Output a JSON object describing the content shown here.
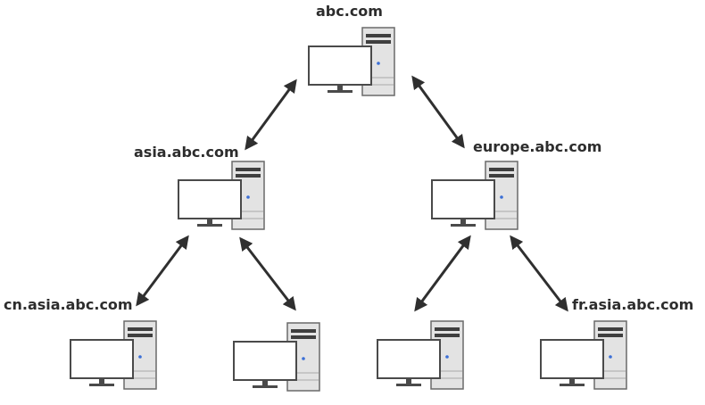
{
  "nodes": {
    "root": {
      "label": "abc.com"
    },
    "asia": {
      "label": "asia.abc.com"
    },
    "europe": {
      "label": "europe.abc.com"
    },
    "cn": {
      "label": "cn.asia.abc.com"
    },
    "asia_child_2": {
      "label": ""
    },
    "europe_child_1": {
      "label": ""
    },
    "fr": {
      "label": "fr.asia.abc.com"
    }
  },
  "edges": [
    {
      "from": "root",
      "to": "asia",
      "direction": "bidirectional"
    },
    {
      "from": "root",
      "to": "europe",
      "direction": "bidirectional"
    },
    {
      "from": "asia",
      "to": "cn",
      "direction": "bidirectional"
    },
    {
      "from": "asia",
      "to": "asia_child_2",
      "direction": "bidirectional"
    },
    {
      "from": "europe",
      "to": "europe_child_1",
      "direction": "bidirectional"
    },
    {
      "from": "europe",
      "to": "fr",
      "direction": "bidirectional"
    }
  ],
  "colors": {
    "arrow": "#2f2f2f",
    "monitor_frame": "#4a4a4a",
    "monitor_screen": "#ffffff",
    "tower_body": "#e3e3e3",
    "tower_outline": "#6a6a6a",
    "tower_drive": "#3f3f3f",
    "power_led": "#3b6fd6"
  },
  "icons": {
    "computer": "desktop-computer-icon"
  }
}
